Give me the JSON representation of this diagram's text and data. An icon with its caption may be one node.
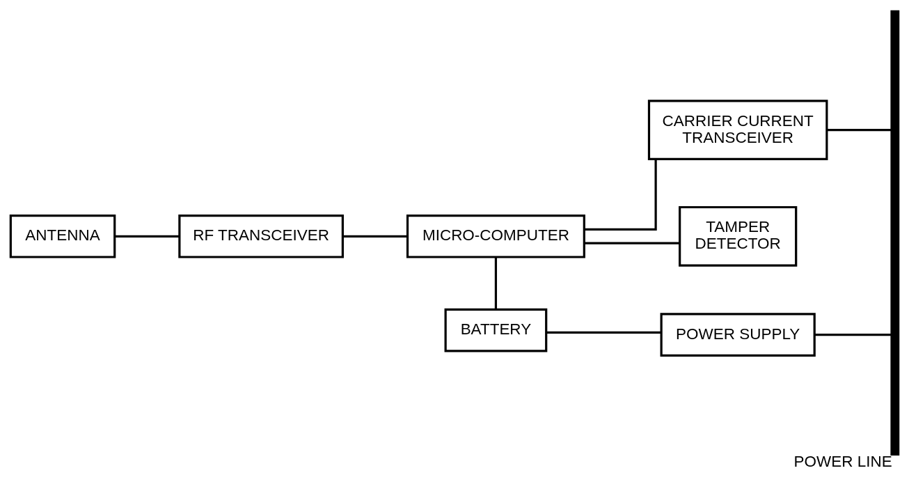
{
  "diagram": {
    "nodes": [
      {
        "text": [
          "ANTENNA"
        ]
      },
      {
        "text": [
          "RF TRANSCEIVER"
        ]
      },
      {
        "text": [
          "MICRO-COMPUTER"
        ]
      },
      {
        "text": [
          "CARRIER CURRENT TRANSCEIVER"
        ]
      },
      {
        "text": [],
        "shape": "bar",
        "beside": [
          "POWER LINE"
        ]
      },
      {
        "text": [
          "TAMPER DETECTOR"
        ]
      },
      {
        "text": [
          "BATTERY"
        ]
      },
      {
        "text": [
          "POWER SUPPLY"
        ]
      }
    ],
    "edges": [
      {
        "from": 0,
        "to": 1,
        "arrow": "none"
      },
      {
        "from": 1,
        "to": 2,
        "arrow": "none"
      },
      {
        "from": 2,
        "to": 3,
        "arrow": "none"
      },
      {
        "from": 3,
        "to": 4,
        "arrow": "none"
      },
      {
        "from": 2,
        "to": 5,
        "arrow": "none"
      },
      {
        "from": 2,
        "to": 6,
        "arrow": "none"
      },
      {
        "from": 6,
        "to": 7,
        "arrow": "none"
      },
      {
        "from": 7,
        "to": 4,
        "arrow": "none"
      }
    ]
  }
}
